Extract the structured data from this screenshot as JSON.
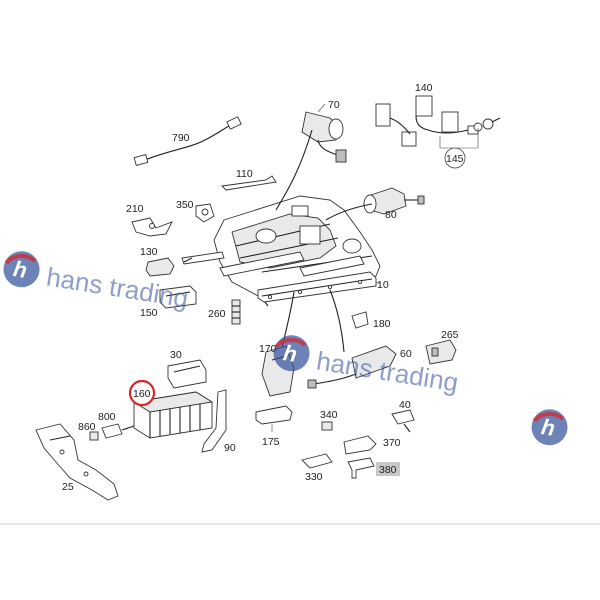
{
  "watermark": {
    "text": "hans trading",
    "logo_letter": "h",
    "color": "#2f4f9a",
    "accent": "#d9262b"
  },
  "parts": {
    "p10": "10",
    "p25": "25",
    "p30": "30",
    "p40": "40",
    "p60": "60",
    "p70": "70",
    "p80": "80",
    "p90": "90",
    "p110": "110",
    "p130": "130",
    "p140": "140",
    "p145": "145",
    "p150": "150",
    "p160": "160",
    "p170": "170",
    "p175": "175",
    "p180": "180",
    "p210": "210",
    "p260": "260",
    "p265": "265",
    "p330": "330",
    "p340": "340",
    "p350": "350",
    "p370": "370",
    "p380": "380",
    "p790": "790",
    "p800": "800",
    "p860": "860"
  },
  "highlight": {
    "part": "160",
    "ring_color": "#d9262b",
    "box_color": "#c8c8c8"
  }
}
